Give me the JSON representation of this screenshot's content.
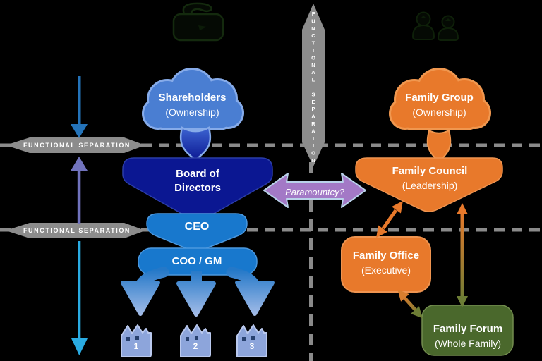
{
  "diagram": {
    "vertical_axis_label": "FUNCTIONAL SEPARATION",
    "separator_labels": [
      "FUNCTIONAL SEPARATION",
      "FUNCTIONAL SEPARATION"
    ],
    "center_question": "Paramountcy?",
    "business_column": {
      "icon": "briefcase-icon",
      "shareholders_line1": "Shareholders",
      "shareholders_line2": "(Ownership)",
      "board_line1": "Board of",
      "board_line2": "Directors",
      "ceo": "CEO",
      "coo_gm": "COO / GM",
      "business_units": [
        "1",
        "2",
        "3"
      ]
    },
    "family_column": {
      "icon": "family-icon",
      "group_line1": "Family Group",
      "group_line2": "(Ownership)",
      "council_line1": "Family Council",
      "council_line2": "(Leadership)",
      "office_line1": "Family Office",
      "office_line2": "(Executive)",
      "forum_line1": "Family Forum",
      "forum_line2": "(Whole Family)"
    },
    "colors": {
      "business_primary": "#1878cd",
      "business_dark": "#0b1792",
      "business_light": "#8da5db",
      "cloud_blue": "#4a7ed2",
      "family_orange": "#e8792b",
      "forum_green": "#4a682c",
      "paramountcy_purple": "#a379c6",
      "separator_gray": "#8c8c8c",
      "arrow_blue": "#2473b9",
      "arrow_purple": "#7173bd",
      "arrow_cyan": "#2aabe2"
    }
  }
}
